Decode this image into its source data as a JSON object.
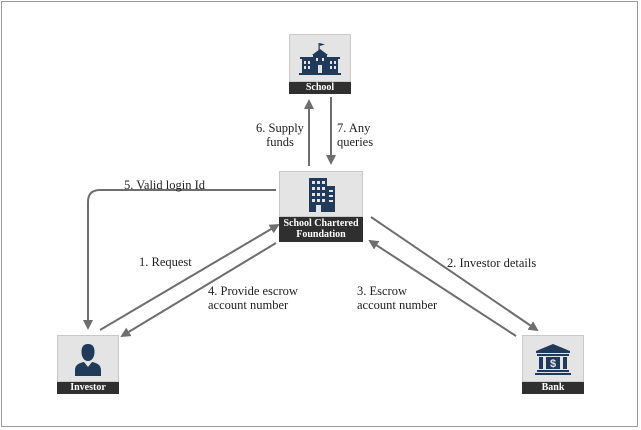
{
  "nodes": {
    "school": {
      "label": "School",
      "icon": "school-building-icon"
    },
    "foundation": {
      "label": "School Chartered\nFoundation",
      "icon": "office-building-icon"
    },
    "investor": {
      "label": "Investor",
      "icon": "person-icon"
    },
    "bank": {
      "label": "Bank",
      "icon": "bank-icon"
    }
  },
  "edges": {
    "request": "1. Request",
    "investor_details": "2. Investor details",
    "escrow_account": "3. Escrow\naccount number",
    "provide_escrow": "4. Provide escrow\naccount number",
    "valid_login": "5. Valid login Id",
    "supply_funds": "6. Supply\nfunds",
    "any_queries": "7. Any\nqueries"
  },
  "colors": {
    "icon": "#1f3a5a",
    "caption_bg": "#2f2f2f",
    "tile_bg": "#e4e4e4",
    "arrow": "#6e6e6e"
  }
}
